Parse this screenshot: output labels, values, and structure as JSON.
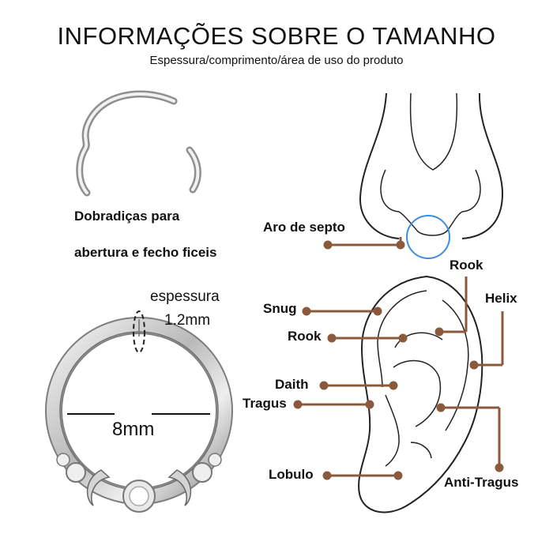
{
  "header": {
    "title": "INFORMAÇÕES SOBRE O TAMANHO",
    "subtitle": "Espessura/comprimento/área de uso do produto"
  },
  "hinge_note": {
    "line1": "Dobradiças para",
    "line2": "abertura e fecho ficeis"
  },
  "dimensions": {
    "thickness_label": "espessura",
    "thickness_value": "1.2mm",
    "diameter_value": "8mm"
  },
  "nose": {
    "label": "Aro de septo"
  },
  "ear": {
    "labels": {
      "rook_top": "Rook",
      "helix": "Helix",
      "snug": "Snug",
      "rook": "Rook",
      "daith": "Daith",
      "tragus": "Tragus",
      "lobulo": "Lobulo",
      "anti_tragus": "Anti-Tragus"
    }
  },
  "colors": {
    "pointer": "#8b5a3c",
    "septum_ring": "#3b8ee0",
    "metal": "#9a9a9a"
  }
}
